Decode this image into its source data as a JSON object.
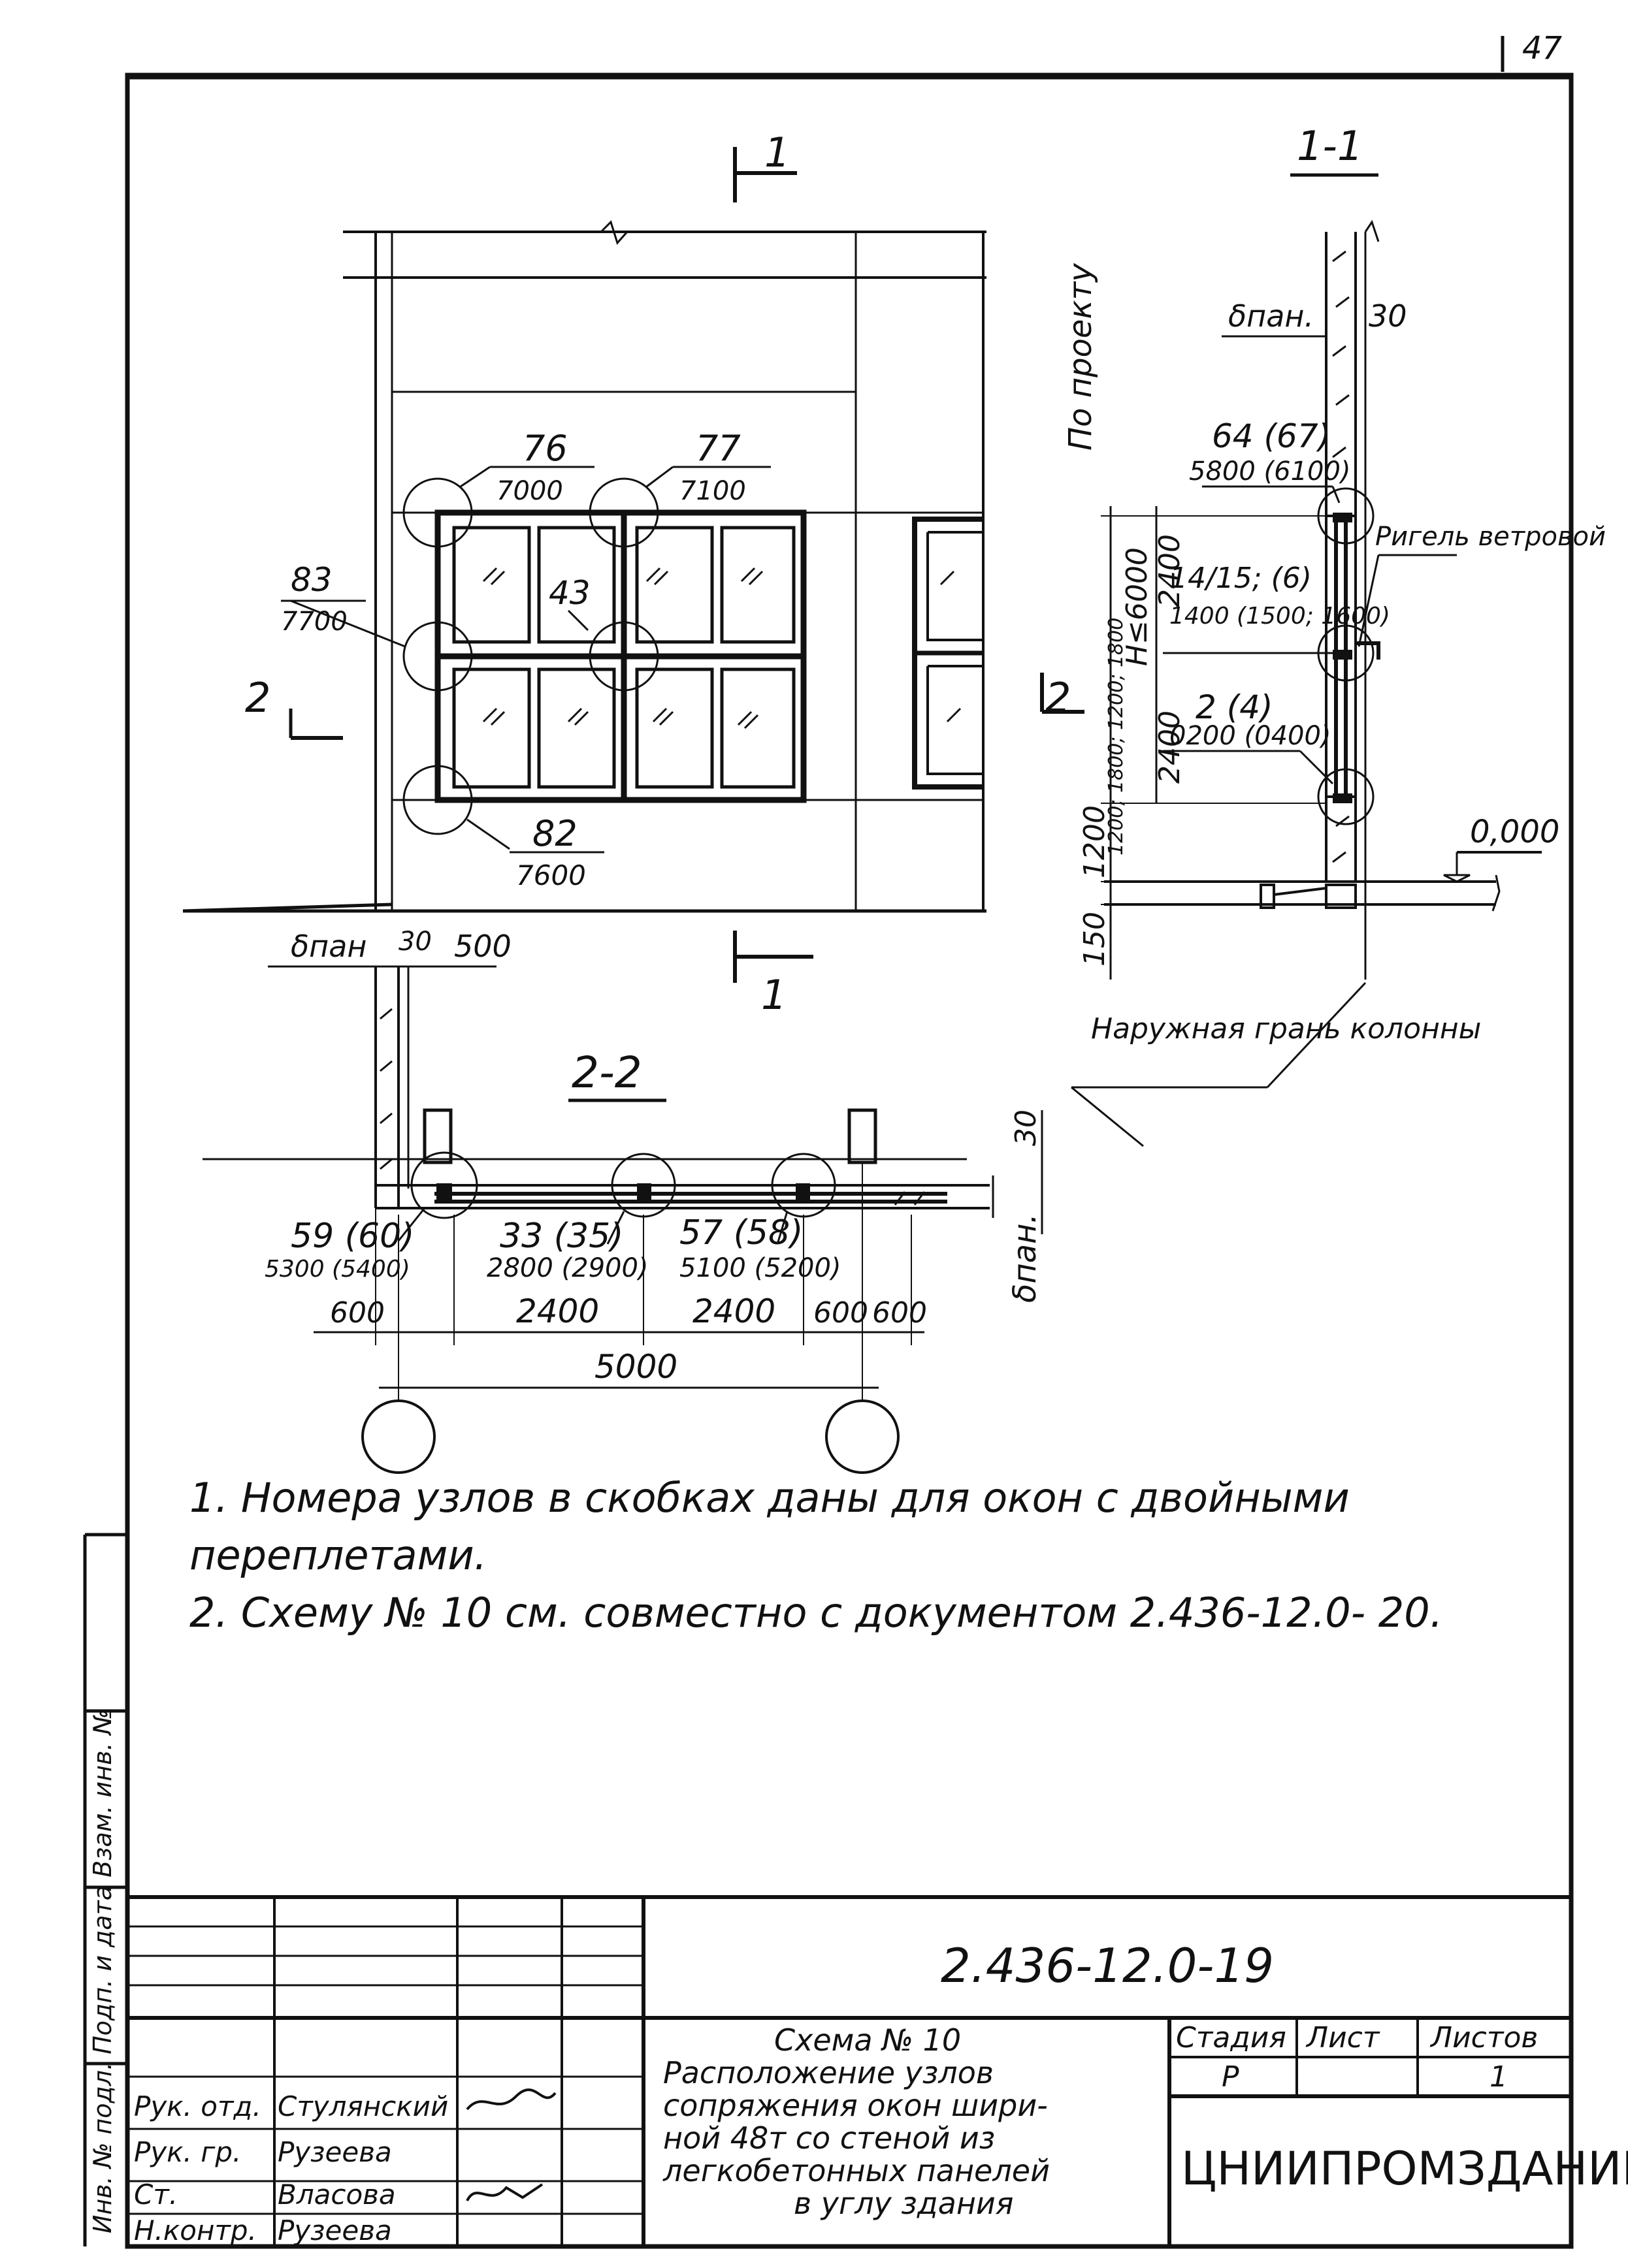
{
  "sheet": {
    "page_number": "47",
    "doc_code": "2.436-12.0-19",
    "org": "ЦНИИПРОМЗДАНИЙ",
    "title_lines": [
      "Схема № 10",
      "Расположение узлов",
      "сопряжения окон шири-",
      "ной 48т со стеной из",
      "легкобетонных панелей",
      "в углу здания"
    ],
    "stage_headers": [
      "Стадия",
      "Лист",
      "Листов"
    ],
    "stage_values": [
      "Р",
      "",
      "1"
    ],
    "signatures": [
      {
        "role": "Рук. отд.",
        "name": "Стулянский"
      },
      {
        "role": "Рук. гр.",
        "name": "Рузеева"
      },
      {
        "role": "Ст.",
        "name": "Власова"
      },
      {
        "role": "Н.контр.",
        "name": "Рузеева"
      }
    ],
    "side_stamp": "Инв. № подл.   Подп. и дата   Взам. инв. №"
  },
  "elevation": {
    "section_mark": "1",
    "section_mark_bottom": "1",
    "section_mark_left": "2",
    "section_mark_right": "2",
    "callouts": [
      {
        "num": "76",
        "sub": "7000"
      },
      {
        "num": "77",
        "sub": "7100"
      },
      {
        "num": "83",
        "sub": "7700"
      },
      {
        "num": "43",
        "sub": ""
      },
      {
        "num": "82",
        "sub": "7600"
      }
    ]
  },
  "section11": {
    "title": "1-1",
    "label_by_project": "По проекту",
    "label_thickness": "δпан.",
    "dim_30": "30",
    "callouts": [
      {
        "num": "64 (67)",
        "sub": "5800 (6100)"
      },
      {
        "num": "14/15; (6)",
        "sub": "1400 (1500; 1600)"
      },
      {
        "num": "2 (4)",
        "sub": "0200 (0400)"
      }
    ],
    "rigel_label": "Ригель ветровой",
    "height_label": "Н≤6000",
    "dims_vertical": [
      "2400",
      "2400",
      "1200",
      "150"
    ],
    "dims_range": "1200; 1800; 1200; 1800",
    "level": "0,000",
    "outer_face": "Наружная грань колонны"
  },
  "section22": {
    "title": "2-2",
    "label_thickness_top": "δпан",
    "dim_30_top": "30",
    "dim_500": "500",
    "dim_30_right": "30",
    "label_thickness_right": "δпан.",
    "callouts": [
      {
        "num": "59 (60)",
        "sub": "5300 (5400)"
      },
      {
        "num": "33 (35)",
        "sub": "2800 (2900)"
      },
      {
        "num": "57 (58)",
        "sub": "5100 (5200)"
      }
    ],
    "dims_bottom": [
      "600",
      "2400",
      "2400",
      "600",
      "600"
    ],
    "dim_total": "5000"
  },
  "notes": [
    "1.  Номера узлов в скобках даны для окон с двойными",
    "     переплетами.",
    "2.  Схему № 10 см. совместно с документом 2.436-12.0- 20."
  ]
}
